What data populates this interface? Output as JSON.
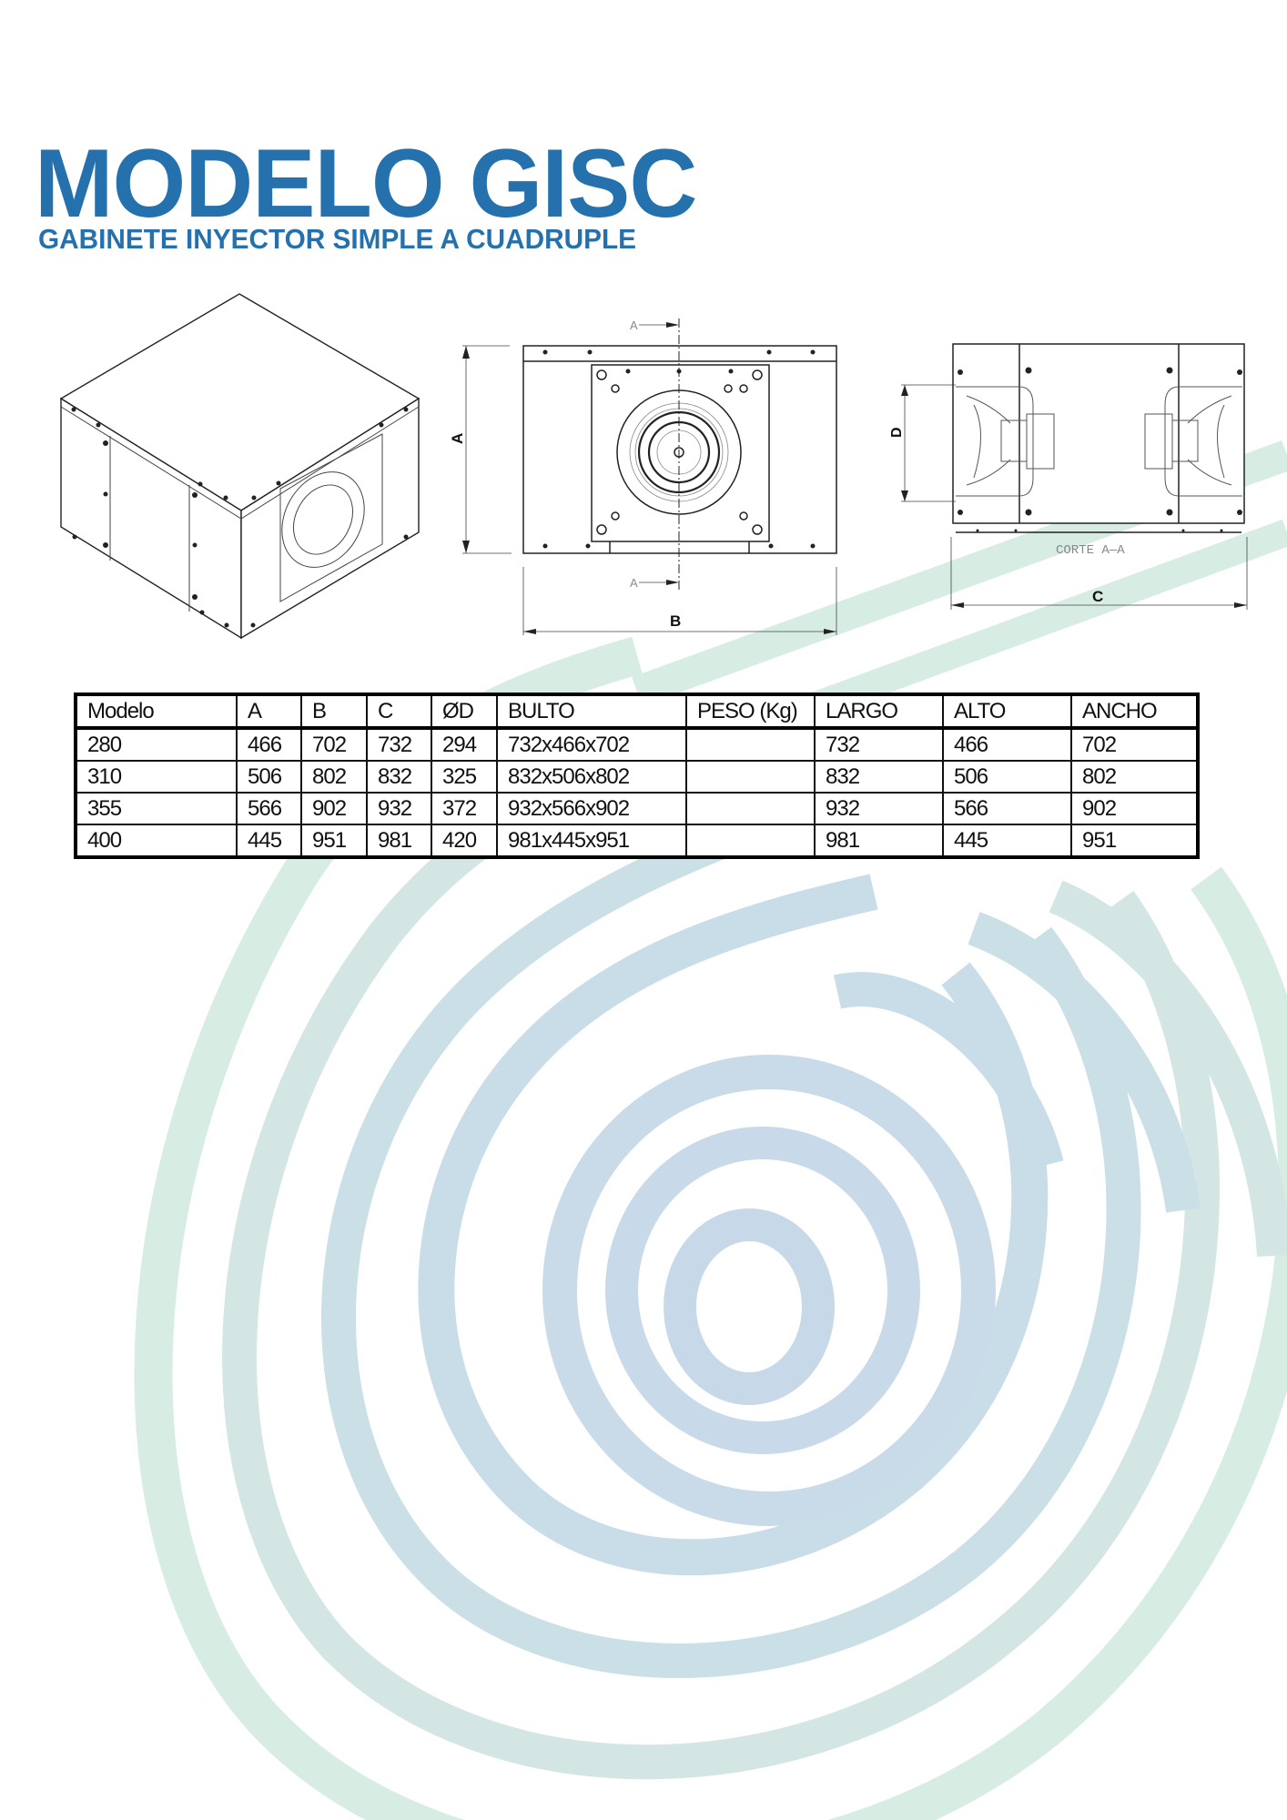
{
  "header": {
    "title": "MODELO GISC",
    "subtitle": "GABINETE INYECTOR SIMPLE A CUADRUPLE"
  },
  "colors": {
    "brand_blue": "#2571ad",
    "swirl_blue": "#c9dbe9",
    "swirl_green": "#d3ebe2"
  },
  "drawings": {
    "iso_view": {
      "label": ""
    },
    "front_view": {
      "section_marker_top": "A",
      "section_marker_bottom": "A",
      "dim_height": "A",
      "dim_width": "B"
    },
    "section_view": {
      "caption": "CORTE A—A",
      "dim_diameter": "D",
      "dim_length": "C"
    }
  },
  "table": {
    "columns": [
      "Modelo",
      "A",
      "B",
      "C",
      "ØD",
      "BULTO",
      "PESO (Kg)",
      "LARGO",
      "ALTO",
      "ANCHO"
    ],
    "rows": [
      [
        "280",
        "466",
        "702",
        "732",
        "294",
        "732x466x702",
        "",
        "732",
        "466",
        "702"
      ],
      [
        "310",
        "506",
        "802",
        "832",
        "325",
        "832x506x802",
        "",
        "832",
        "506",
        "802"
      ],
      [
        "355",
        "566",
        "902",
        "932",
        "372",
        "932x566x902",
        "",
        "932",
        "566",
        "902"
      ],
      [
        "400",
        "445",
        "951",
        "981",
        "420",
        "981x445x951",
        "",
        "981",
        "445",
        "951"
      ]
    ]
  }
}
